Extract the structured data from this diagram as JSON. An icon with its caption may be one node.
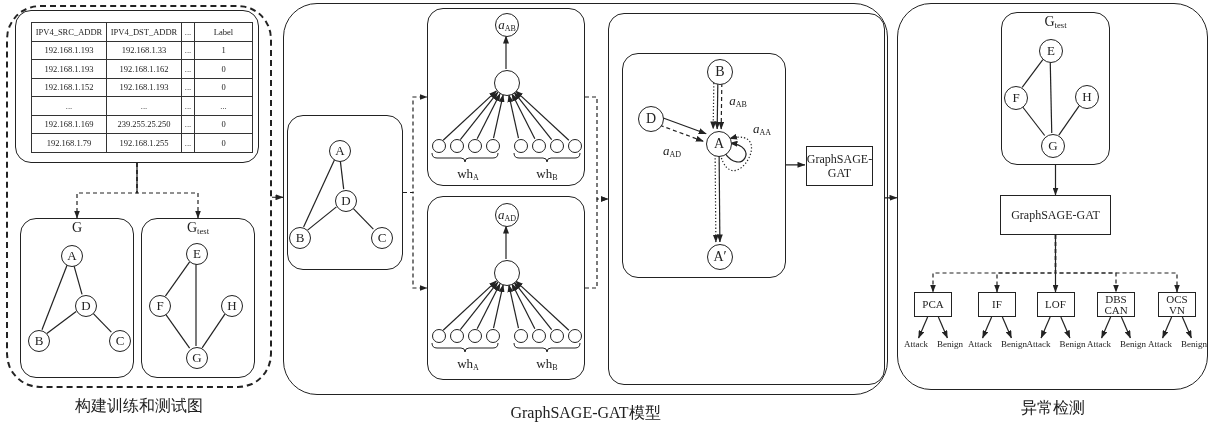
{
  "diagram": {
    "nodes": [
      {
        "text": [
          "构建训练和测试图"
        ]
      },
      {
        "text": [],
        "shape": "box",
        "in": 0
      },
      {
        "text": [
          "G"
        ],
        "in": 0
      },
      {
        "text": [
          "A"
        ],
        "in": 2
      },
      {
        "text": [
          "D"
        ],
        "in": 2
      },
      {
        "text": [
          "B"
        ],
        "in": 2
      },
      {
        "text": [
          "C"
        ],
        "in": 2
      },
      {
        "text": [
          "G$_{test}$"
        ],
        "in": 0
      },
      {
        "text": [
          "E"
        ],
        "in": 7
      },
      {
        "text": [
          "F"
        ],
        "in": 7
      },
      {
        "text": [
          "H"
        ],
        "in": 7
      },
      {
        "text": [
          "G"
        ],
        "in": 7
      },
      {
        "text": [
          "GraphSAGE-GAT模型"
        ]
      },
      {
        "text": [],
        "shape": "box",
        "in": 12
      },
      {
        "text": [
          "A"
        ],
        "in": 13
      },
      {
        "text": [
          "D"
        ],
        "in": 13
      },
      {
        "text": [
          "B"
        ],
        "in": 13
      },
      {
        "text": [
          "C"
        ],
        "in": 13
      },
      {
        "text": [],
        "shape": "box",
        "in": 12
      },
      {
        "text": [
          "*a*$_{AB}$"
        ],
        "in": 18
      },
      {
        "text": [],
        "shape": "circle",
        "in": 18
      },
      {
        "text": [],
        "shape": "circle",
        "in": 18
      },
      {
        "text": [],
        "shape": "circle",
        "in": 18
      },
      {
        "text": [],
        "shape": "circle",
        "in": 18
      },
      {
        "text": [],
        "shape": "circle",
        "in": 18
      },
      {
        "text": [],
        "shape": "circle",
        "in": 18
      },
      {
        "text": [],
        "shape": "circle",
        "in": 18
      },
      {
        "text": [],
        "shape": "circle",
        "in": 18
      },
      {
        "text": [],
        "shape": "circle",
        "in": 18
      },
      {
        "text": [],
        "shape": "box",
        "in": 12
      },
      {
        "text": [
          "*a*$_{AD}$"
        ],
        "in": 29
      },
      {
        "text": [],
        "shape": "circle",
        "in": 29
      },
      {
        "text": [],
        "shape": "circle",
        "in": 29
      },
      {
        "text": [],
        "shape": "circle",
        "in": 29
      },
      {
        "text": [],
        "shape": "circle",
        "in": 29
      },
      {
        "text": [],
        "shape": "circle",
        "in": 29
      },
      {
        "text": [],
        "shape": "circle",
        "in": 29
      },
      {
        "text": [],
        "shape": "circle",
        "in": 29
      },
      {
        "text": [],
        "shape": "circle",
        "in": 29
      },
      {
        "text": [],
        "shape": "circle",
        "in": 29
      },
      {
        "text": [],
        "shape": "box",
        "in": 12
      },
      {
        "text": [],
        "shape": "box",
        "in": 40
      },
      {
        "text": [
          "B"
        ],
        "in": 41
      },
      {
        "text": [
          "D"
        ],
        "in": 41
      },
      {
        "text": [
          "A"
        ],
        "in": 41
      },
      {
        "text": [
          "A′"
        ],
        "in": 41
      },
      {
        "text": [
          "GraphSAGE-GAT"
        ],
        "in": 40
      },
      {
        "text": [
          "异常检测"
        ]
      },
      {
        "text": [
          "G$_{test}$"
        ],
        "in": 47
      },
      {
        "text": [
          "E"
        ],
        "in": 48
      },
      {
        "text": [
          "F"
        ],
        "in": 48
      },
      {
        "text": [
          "H"
        ],
        "in": 48
      },
      {
        "text": [
          "G"
        ],
        "in": 48
      },
      {
        "text": [
          "GraphSAGE-GAT"
        ],
        "in": 47
      },
      {
        "text": [
          "PCA"
        ],
        "in": 47
      },
      {
        "text": [
          "IF"
        ],
        "in": 47
      },
      {
        "text": [
          "LOF"
        ],
        "in": 47
      },
      {
        "text": [
          "DBS CAN"
        ],
        "in": 47
      },
      {
        "text": [
          "OCS VN"
        ],
        "in": 47
      },
      {
        "text": [
          "Attack"
        ],
        "in": 47
      },
      {
        "text": [
          "Benign"
        ],
        "in": 47
      },
      {
        "text": [
          "Attack"
        ],
        "in": 47
      },
      {
        "text": [
          "Benign"
        ],
        "in": 47
      },
      {
        "text": [
          "Attack"
        ],
        "in": 47
      },
      {
        "text": [
          "Benign"
        ],
        "in": 47
      },
      {
        "text": [
          "Attack"
        ],
        "in": 47
      },
      {
        "text": [
          "Benign"
        ],
        "in": 47
      },
      {
        "text": [
          "Attack"
        ],
        "in": 47
      },
      {
        "text": [
          "Benign"
        ],
        "in": 47
      }
    ],
    "edges": [
      {
        "from": 1,
        "to": 2,
        "arrow": "to",
        "style": "dashed"
      },
      {
        "from": 1,
        "to": 7,
        "arrow": "to",
        "style": "dashed"
      },
      {
        "from": 3,
        "to": 5,
        "arrow": "none"
      },
      {
        "from": 3,
        "to": 4,
        "arrow": "none"
      },
      {
        "from": 4,
        "to": 5,
        "arrow": "none"
      },
      {
        "from": 4,
        "to": 6,
        "arrow": "none"
      },
      {
        "from": 8,
        "to": 9,
        "arrow": "none"
      },
      {
        "from": 8,
        "to": 11,
        "arrow": "none"
      },
      {
        "from": 9,
        "to": 11,
        "arrow": "none"
      },
      {
        "from": 10,
        "to": 11,
        "arrow": "none"
      },
      {
        "from": 0,
        "to": 12,
        "arrow": "to"
      },
      {
        "from": 14,
        "to": 16,
        "arrow": "none"
      },
      {
        "from": 14,
        "to": 15,
        "arrow": "none"
      },
      {
        "from": 15,
        "to": 16,
        "arrow": "none"
      },
      {
        "from": 15,
        "to": 17,
        "arrow": "none"
      },
      {
        "from": 13,
        "to": 18,
        "arrow": "to",
        "style": "dashed"
      },
      {
        "from": 13,
        "to": 29,
        "arrow": "to",
        "style": "dashed"
      },
      {
        "from": 21,
        "to": 20,
        "arrow": "to"
      },
      {
        "from": 22,
        "to": 20,
        "arrow": "to"
      },
      {
        "from": 23,
        "to": 20,
        "arrow": "to"
      },
      {
        "from": 24,
        "to": 20,
        "arrow": "to"
      },
      {
        "from": 25,
        "to": 20,
        "arrow": "to"
      },
      {
        "from": 26,
        "to": 20,
        "arrow": "to"
      },
      {
        "from": 27,
        "to": 20,
        "arrow": "to"
      },
      {
        "from": 28,
        "to": 20,
        "arrow": "to"
      },
      {
        "from": 20,
        "to": 19,
        "arrow": "to"
      },
      {
        "from": 32,
        "to": 31,
        "arrow": "to"
      },
      {
        "from": 33,
        "to": 31,
        "arrow": "to"
      },
      {
        "from": 34,
        "to": 31,
        "arrow": "to"
      },
      {
        "from": 35,
        "to": 31,
        "arrow": "to"
      },
      {
        "from": 36,
        "to": 31,
        "arrow": "to"
      },
      {
        "from": 37,
        "to": 31,
        "arrow": "to"
      },
      {
        "from": 38,
        "to": 31,
        "arrow": "to"
      },
      {
        "from": 39,
        "to": 31,
        "arrow": "to"
      },
      {
        "from": 31,
        "to": 30,
        "arrow": "to"
      },
      {
        "from": 18,
        "to": 40,
        "arrow": "to",
        "style": "dashed"
      },
      {
        "from": 29,
        "to": 40,
        "arrow": "to",
        "style": "dashed"
      },
      {
        "from": 42,
        "to": 44,
        "arrow": "to",
        "label": "*a*$_{AB}$"
      },
      {
        "from": 42,
        "to": 44,
        "arrow": "to",
        "style": "dashed"
      },
      {
        "from": 42,
        "to": 44,
        "arrow": "to",
        "style": "dashed"
      },
      {
        "from": 43,
        "to": 44,
        "arrow": "to"
      },
      {
        "from": 43,
        "to": 44,
        "arrow": "to",
        "style": "dashed",
        "label": "*a*$_{AD}$"
      },
      {
        "from": 44,
        "to": 44,
        "arrow": "to",
        "label": "*a*$_{AA}$"
      },
      {
        "from": 44,
        "to": 44,
        "arrow": "to",
        "style": "dashed"
      },
      {
        "from": 44,
        "to": 45,
        "arrow": "to"
      },
      {
        "from": 44,
        "to": 45,
        "arrow": "to",
        "style": "dashed"
      },
      {
        "from": 41,
        "to": 46,
        "arrow": "to"
      },
      {
        "from": 40,
        "to": 47,
        "arrow": "to"
      },
      {
        "from": 48,
        "to": 53,
        "arrow": "to"
      },
      {
        "from": 53,
        "to": 54,
        "arrow": "to",
        "style": "dashed"
      },
      {
        "from": 53,
        "to": 55,
        "arrow": "to",
        "style": "dashed"
      },
      {
        "from": 53,
        "to": 56,
        "arrow": "to"
      },
      {
        "from": 53,
        "to": 57,
        "arrow": "to",
        "style": "dashed"
      },
      {
        "from": 53,
        "to": 58,
        "arrow": "to",
        "style": "dashed"
      },
      {
        "from": 54,
        "to": 59,
        "arrow": "to"
      },
      {
        "from": 54,
        "to": 60,
        "arrow": "to"
      },
      {
        "from": 55,
        "to": 61,
        "arrow": "to"
      },
      {
        "from": 55,
        "to": 62,
        "arrow": "to"
      },
      {
        "from": 56,
        "to": 63,
        "arrow": "to"
      },
      {
        "from": 56,
        "to": 64,
        "arrow": "to"
      },
      {
        "from": 57,
        "to": 65,
        "arrow": "to"
      },
      {
        "from": 57,
        "to": 66,
        "arrow": "to"
      },
      {
        "from": 58,
        "to": 67,
        "arrow": "to"
      },
      {
        "from": 58,
        "to": 68,
        "arrow": "to"
      },
      {
        "from": 49,
        "to": 50,
        "arrow": "none"
      },
      {
        "from": 49,
        "to": 52,
        "arrow": "none"
      },
      {
        "from": 50,
        "to": 52,
        "arrow": "none"
      },
      {
        "from": 51,
        "to": 52,
        "arrow": "none"
      }
    ],
    "labels": [
      "IPV4_SRC_ADDR",
      "IPV4_DST_ADDR",
      "...",
      "Label",
      "192.168.1.193",
      "192.168.1.33",
      "...",
      "1",
      "192.168.1.193",
      "192.168.1.162",
      "...",
      "0",
      "192.168.1.152",
      "192.168.1.193",
      "...",
      "0",
      "...",
      "...",
      "...",
      "...",
      "192.168.1.169",
      "239.255.25.250",
      "...",
      "0",
      "192.168.1.79",
      "192.168.1.255",
      "...",
      "0",
      "wh$_{A}$",
      "wh$_{B}$",
      "wh$_{A}$",
      "wh$_{B}$"
    ]
  }
}
